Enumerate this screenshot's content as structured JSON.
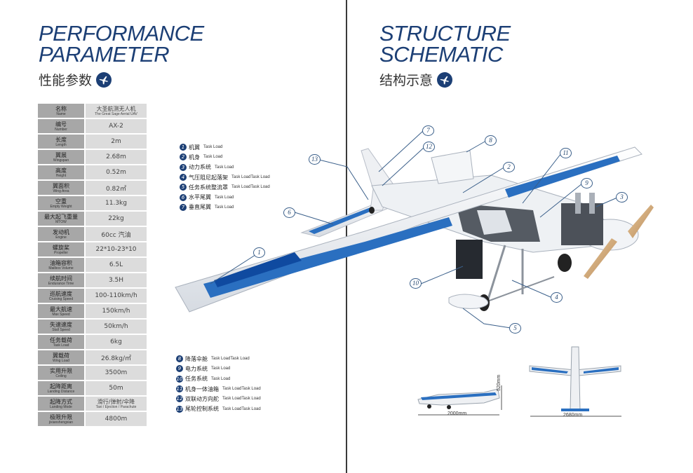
{
  "left": {
    "title_line1": "PERFORMANCE",
    "title_line2": "PARAMETER",
    "subtitle_zh": "性能参数",
    "params": [
      {
        "zh": "名称",
        "en": "Name",
        "value_zh": "大圣航测无人机",
        "value_en": "The Great Sage Aerial UAV"
      },
      {
        "zh": "编号",
        "en": "Number",
        "value": "AX-2"
      },
      {
        "zh": "长度",
        "en": "Length",
        "value": "2m"
      },
      {
        "zh": "翼展",
        "en": "Wingspan",
        "value": "2.68m"
      },
      {
        "zh": "高度",
        "en": "Height",
        "value": "0.52m"
      },
      {
        "zh": "翼面积",
        "en": "Wing Area",
        "value": "0.82㎡"
      },
      {
        "zh": "空重",
        "en": "Empty Weight",
        "value": "11.3kg"
      },
      {
        "zh": "最大起飞重量",
        "en": "MTOW",
        "value": "22kg"
      },
      {
        "zh": "发动机",
        "en": "Engine",
        "value": "60cc 汽油"
      },
      {
        "zh": "螺旋桨",
        "en": "Propeller",
        "value": "22*10-23*10"
      },
      {
        "zh": "油箱容积",
        "en": "Mailbox Volume",
        "value": "6.5L"
      },
      {
        "zh": "续航时间",
        "en": "Endurance Time",
        "value": "3.5H"
      },
      {
        "zh": "巡航速度",
        "en": "Cruising Speed",
        "value": "100-110km/h"
      },
      {
        "zh": "最大航速",
        "en": "Max Speed",
        "value": "150km/h"
      },
      {
        "zh": "失速速度",
        "en": "Stall Speed",
        "value": "50km/h"
      },
      {
        "zh": "任务载荷",
        "en": "Task Load",
        "value": "6kg"
      },
      {
        "zh": "翼载荷",
        "en": "Wing Load",
        "value": "26.8kg/㎡"
      },
      {
        "zh": "实用升限",
        "en": "Ceiling",
        "value": "3500m"
      },
      {
        "zh": "起降距离",
        "en": "Landing Distance",
        "value": "50m"
      },
      {
        "zh": "起降方式",
        "en": "Landing Mode",
        "value_zh": "滑行/弹射/伞降",
        "value_en": "Taxi / Ejection / Parachute"
      },
      {
        "zh": "极限升限",
        "en": "jixianshengxian",
        "value": "4800m"
      }
    ]
  },
  "right": {
    "title_line1": "STRUCTURE",
    "title_line2": "SCHEMATIC",
    "subtitle_zh": "结构示意",
    "legend_top": [
      {
        "n": "1",
        "zh": "机翼",
        "en": "Task Load"
      },
      {
        "n": "2",
        "zh": "机身",
        "en": "Task Load"
      },
      {
        "n": "3",
        "zh": "动力系统",
        "en": "Task Load"
      },
      {
        "n": "4",
        "zh": "气压阻尼起落架",
        "en": "Task LoadTask Load"
      },
      {
        "n": "5",
        "zh": "任务系统整流罩",
        "en": "Task LoadTask Load"
      },
      {
        "n": "6",
        "zh": "水平尾翼",
        "en": "Task Load"
      },
      {
        "n": "7",
        "zh": "垂直尾翼",
        "en": "Task Load"
      }
    ],
    "legend_bottom": [
      {
        "n": "8",
        "zh": "降落伞舱",
        "en": "Task LoadTask Load"
      },
      {
        "n": "9",
        "zh": "电力系统",
        "en": "Task Load"
      },
      {
        "n": "10",
        "zh": "任务系统",
        "en": "Task Load"
      },
      {
        "n": "11",
        "zh": "机身一体油箱",
        "en": "Task LoadTask Load"
      },
      {
        "n": "12",
        "zh": "双联动方向舵",
        "en": "Task LoadTask Load"
      },
      {
        "n": "13",
        "zh": "尾轮控制系统",
        "en": "Task LoadTask Load"
      }
    ],
    "callouts": [
      "1",
      "2",
      "3",
      "4",
      "5",
      "6",
      "7",
      "8",
      "9",
      "10",
      "11",
      "12",
      "13"
    ],
    "dims": {
      "side_length": "2000mm",
      "side_height": "520mm",
      "front_span": "2680mm"
    }
  },
  "colors": {
    "title": "#1c3f75",
    "accent_blue": "#2a6fc0",
    "label_bg": "#a7a7a7",
    "value_bg": "#dcdcdc"
  },
  "icons": [
    "airplane-icon"
  ]
}
